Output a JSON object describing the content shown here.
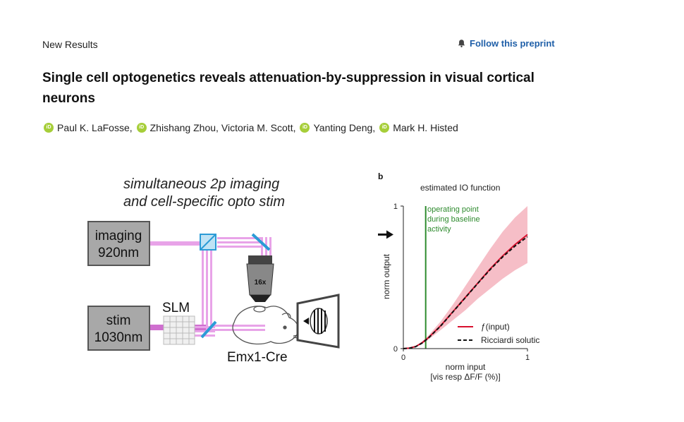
{
  "header": {
    "section_label": "New Results",
    "follow_label": "Follow this preprint"
  },
  "article": {
    "title": "Single cell optogenetics reveals attenuation-by-suppression in visual cortical neurons",
    "orcid_badge": "iD",
    "authors": [
      {
        "name": "Paul K. LaFosse,",
        "orcid": true
      },
      {
        "name": "Zhishang Zhou,",
        "orcid": true
      },
      {
        "name": "Victoria M. Scott,",
        "orcid": false
      },
      {
        "name": "Yanting Deng,",
        "orcid": true
      },
      {
        "name": "Mark H. Histed",
        "orcid": true
      }
    ]
  },
  "figure": {
    "left_panel": {
      "title_line1": "simultaneous 2p imaging",
      "title_line2": "and cell-specific opto stim",
      "imaging_box_line1": "imaging",
      "imaging_box_line2": "920nm",
      "stim_box_line1": "stim",
      "stim_box_line2": "1030nm",
      "slm_label": "SLM",
      "objective_label": "16x",
      "mouse_label": "Emx1-Cre"
    },
    "right_panel": {
      "panel_letter": "b",
      "chart_title": "estimated IO function",
      "annotation_line1": "operating point",
      "annotation_line2": "during baseline",
      "annotation_line3": "activity",
      "legend_f": "ƒ(input)",
      "legend_r": "Ricciardi solutic",
      "xlabel_line1": "norm input",
      "xlabel_line2": "[vis resp ΔF/F (%)]",
      "ylabel": "norm output"
    }
  },
  "colors": {
    "link": "#1f5fa8",
    "orcid": "#a6ce39",
    "beam": "#e8a3e8",
    "mirror": "#2b9bd6",
    "fit_line": "#d8102e",
    "fit_band": "#f5b3bd",
    "operating_point": "#2e8b2e"
  },
  "chart_data": {
    "type": "line",
    "title": "estimated IO function",
    "xlabel": "norm input [vis resp ΔF/F (%)]",
    "ylabel": "norm output",
    "xlim": [
      0,
      1
    ],
    "ylim": [
      0,
      1
    ],
    "x_ticks": [
      "0",
      "1"
    ],
    "y_ticks": [
      "0",
      "1"
    ],
    "operating_point_x": 0.18,
    "arrow_y": 0.8,
    "series": [
      {
        "name": "ƒ(input)",
        "style": "solid",
        "x": [
          0,
          0.05,
          0.1,
          0.15,
          0.2,
          0.3,
          0.4,
          0.5,
          0.6,
          0.7,
          0.8,
          0.9,
          1.0
        ],
        "y": [
          0,
          0.004,
          0.015,
          0.04,
          0.075,
          0.16,
          0.26,
          0.36,
          0.46,
          0.56,
          0.65,
          0.73,
          0.8
        ],
        "y_low": [
          0,
          0.003,
          0.012,
          0.032,
          0.062,
          0.13,
          0.2,
          0.27,
          0.35,
          0.42,
          0.49,
          0.55,
          0.6
        ],
        "y_high": [
          0,
          0.005,
          0.018,
          0.05,
          0.09,
          0.19,
          0.31,
          0.44,
          0.57,
          0.7,
          0.82,
          0.92,
          1.0
        ]
      },
      {
        "name": "Ricciardi solutic",
        "style": "dashed",
        "x": [
          0,
          0.05,
          0.1,
          0.15,
          0.2,
          0.3,
          0.4,
          0.5,
          0.6,
          0.7,
          0.8,
          0.9,
          1.0
        ],
        "y": [
          0,
          0.003,
          0.014,
          0.038,
          0.073,
          0.158,
          0.258,
          0.358,
          0.458,
          0.555,
          0.643,
          0.72,
          0.785
        ]
      }
    ]
  }
}
